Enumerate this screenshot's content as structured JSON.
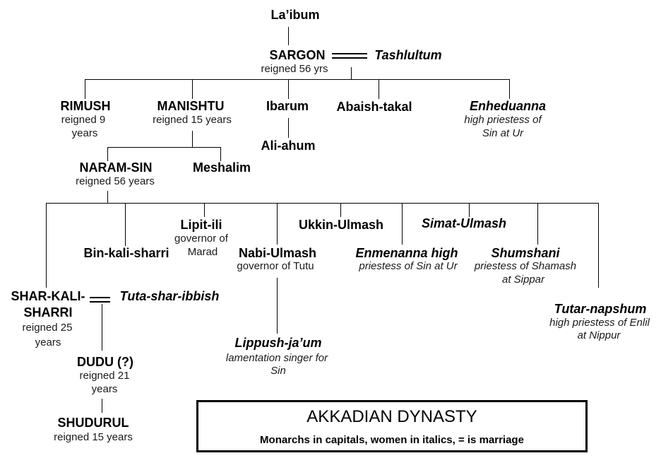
{
  "people": {
    "laibum": {
      "name": "La’ibum"
    },
    "sargon": {
      "name": "SARGON",
      "detail": "reigned 56 yrs"
    },
    "tashlultum": {
      "name": "Tashlultum"
    },
    "rimush": {
      "name": "RIMUSH",
      "detail1": "reigned 9",
      "detail2": "years"
    },
    "manishtu": {
      "name": "MANISHTU",
      "detail": "reigned 15 years"
    },
    "ibarum": {
      "name": "Ibarum"
    },
    "abaish_takal": {
      "name": "Abaish-takal"
    },
    "enheduanna": {
      "name": "Enheduanna",
      "detail1": "high priestess of",
      "detail2": "Sin at Ur"
    },
    "ali_ahum": {
      "name": "Ali-ahum"
    },
    "naram_sin": {
      "name": "NARAM-SIN",
      "detail": "reigned 56 years"
    },
    "meshalim": {
      "name": "Meshalim"
    },
    "bin_kali_sharri": {
      "name": "Bin-kali-sharri"
    },
    "lipit_ili": {
      "name": "Lipit-ili",
      "detail1": "governor of",
      "detail2": "Marad"
    },
    "nabi_ulmash": {
      "name": "Nabi-Ulmash",
      "detail": "governor of Tutu"
    },
    "ukkin_ulmash": {
      "name": "Ukkin-Ulmash"
    },
    "enmenanna": {
      "name": "Enmenanna high",
      "detail": "priestess of Sin at Ur"
    },
    "simat_ulmash": {
      "name": "Simat-Ulmash"
    },
    "shumshani": {
      "name": "Shumshani",
      "detail1": "priestess of Shamash",
      "detail2": "at Sippar"
    },
    "tutar_napshum": {
      "name": "Tutar-napshum",
      "detail1": "high priestess of Enlil",
      "detail2": "at Nippur"
    },
    "shar_kali_sharri": {
      "name_line1": "SHAR-KALI-",
      "name_line2": "SHARRI",
      "detail1": "reigned 25",
      "detail2": "years"
    },
    "tuta_shar_ibbish": {
      "name": "Tuta-shar-ibbish"
    },
    "dudu": {
      "name": "DUDU (?)",
      "detail1": "reigned 21",
      "detail2": "years"
    },
    "shudurul": {
      "name": "SHUDURUL",
      "detail": "reigned 15 years"
    },
    "lippush_jaum": {
      "name": "Lippush-ja’um",
      "detail1": "lamentation singer for",
      "detail2": "Sin"
    }
  },
  "legend": {
    "title": "AKKADIAN DYNASTY",
    "note": "Monarchs in capitals, women in italics, = is marriage"
  },
  "symbols": {
    "marriage": "="
  },
  "colors": {
    "text": "#000000",
    "line": "#000000",
    "background": "#ffffff"
  }
}
